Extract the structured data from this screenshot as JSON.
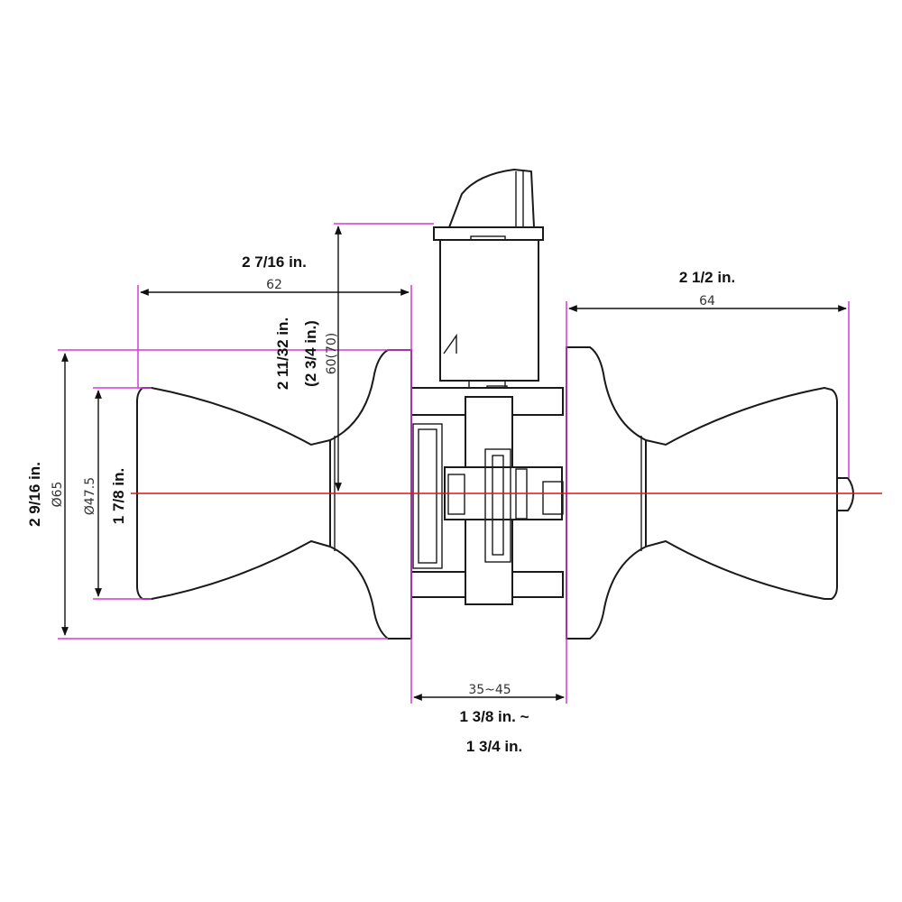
{
  "colors": {
    "extension_lines": "#d63ad6",
    "center_line": "#d81818",
    "outline": "#1a1a1a",
    "dimension_text": "#111111"
  },
  "dimensions": {
    "rose_diameter": {
      "imperial": "2 9/16 in.",
      "metric": "Ø65"
    },
    "knob_diameter": {
      "imperial": "1 7/8 in.",
      "metric": "Ø47.5"
    },
    "left_projection": {
      "imperial": "2 7/16 in.",
      "metric": "62"
    },
    "backset": {
      "imperial_line1": "2 11/32 in.",
      "imperial_line2": "(2 3/4 in.)",
      "metric": "60(70)"
    },
    "right_projection": {
      "imperial": "2 1/2 in.",
      "metric": "64"
    },
    "door_thickness": {
      "imperial_line1": "1 3/8 in. ~",
      "imperial_line2": "1 3/4 in.",
      "metric": "35~45"
    }
  }
}
